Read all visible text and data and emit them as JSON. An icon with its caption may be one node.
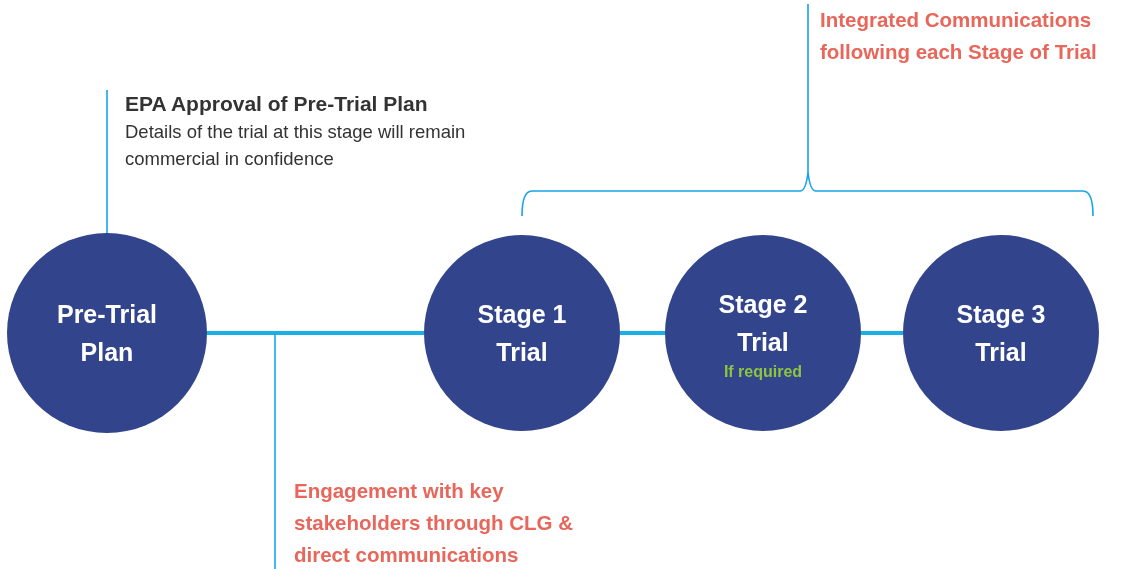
{
  "diagram": {
    "nodes": [
      {
        "text": [
          "Pre-Trial Plan"
        ]
      },
      {
        "text": [
          "Stage 1 Trial"
        ]
      },
      {
        "text": [
          "Stage 2 Trial",
          "If required"
        ]
      },
      {
        "text": [
          "Stage 3 Trial"
        ]
      },
      {
        "text": [
          "EPA Approval of Pre-Trial Plan",
          "Details of the trial at this stage will remain commercial in confidence"
        ]
      },
      {
        "text": [
          "Engagement with key stakeholders through CLG & direct communications"
        ]
      },
      {
        "text": [
          "Integrated Communications following each Stage of Trial"
        ]
      },
      {
        "text": [],
        "shape": "bracket"
      }
    ],
    "edges": [
      {
        "from": 0,
        "to": 1,
        "arrow": "none",
        "style": "thick"
      },
      {
        "from": 1,
        "to": 2,
        "arrow": "none",
        "style": "thick"
      },
      {
        "from": 2,
        "to": 3,
        "arrow": "none",
        "style": "thick"
      },
      {
        "from": 4,
        "to": 0,
        "arrow": "none"
      },
      {
        "from": 5,
        "to": null,
        "arrow": "none"
      },
      {
        "from": 6,
        "to": 7,
        "arrow": "none"
      }
    ]
  }
}
